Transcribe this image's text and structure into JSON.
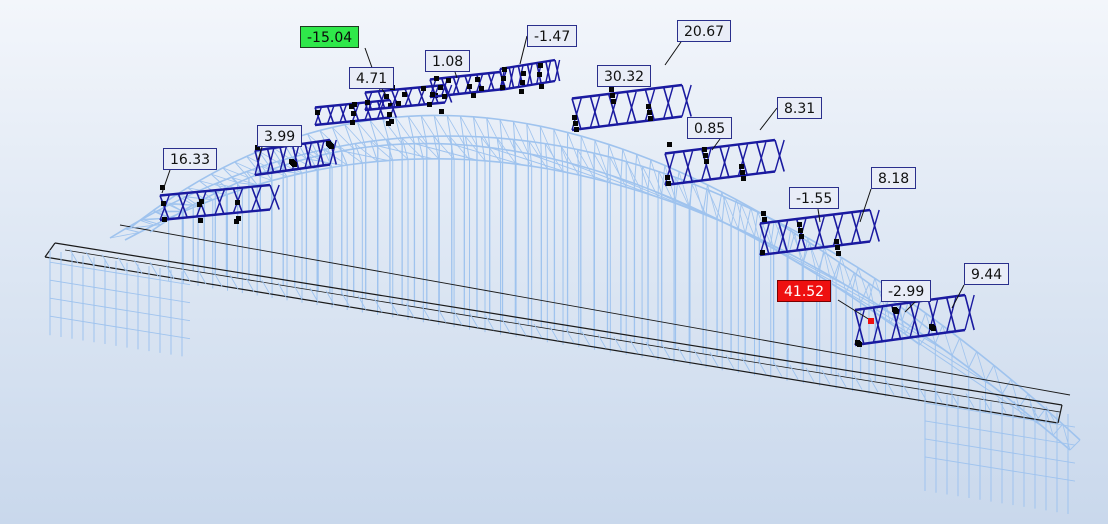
{
  "view": {
    "background_top": "#f3f6fb",
    "background_bottom": "#c9d8ec",
    "structure_color": "#9fc3ee",
    "selected_color": "#1a1aa0",
    "deck_outline_color": "#1a1a1a"
  },
  "labels": [
    {
      "id": "label-16-33",
      "value": "16.33",
      "kind": "normal"
    },
    {
      "id": "label-3-99",
      "value": "3.99",
      "kind": "normal"
    },
    {
      "id": "label-4-71",
      "value": "4.71",
      "kind": "normal"
    },
    {
      "id": "label-minus-15-04",
      "value": "-15.04",
      "kind": "min",
      "color": "#2fe84a"
    },
    {
      "id": "label-1-08",
      "value": "1.08",
      "kind": "normal"
    },
    {
      "id": "label-minus-1-47",
      "value": "-1.47",
      "kind": "normal"
    },
    {
      "id": "label-20-67",
      "value": "20.67",
      "kind": "normal"
    },
    {
      "id": "label-30-32",
      "value": "30.32",
      "kind": "normal"
    },
    {
      "id": "label-8-31",
      "value": "8.31",
      "kind": "normal"
    },
    {
      "id": "label-0-85",
      "value": "0.85",
      "kind": "normal"
    },
    {
      "id": "label-8-18",
      "value": "8.18",
      "kind": "normal"
    },
    {
      "id": "label-minus-1-55",
      "value": "-1.55",
      "kind": "normal"
    },
    {
      "id": "label-9-44",
      "value": "9.44",
      "kind": "normal"
    },
    {
      "id": "label-41-52",
      "value": "41.52",
      "kind": "max",
      "color": "#ee1010"
    },
    {
      "id": "label-minus-2-99",
      "value": "-2.99",
      "kind": "normal"
    }
  ]
}
